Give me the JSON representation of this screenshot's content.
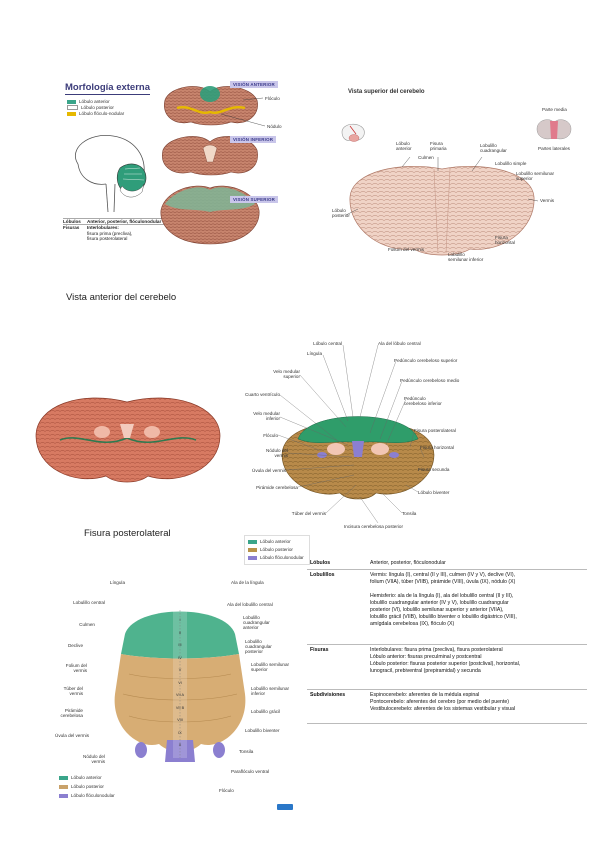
{
  "panel1": {
    "title": "Morfología externa",
    "legend": [
      {
        "label": "Lóbulo anterior",
        "color": "#3aa58a"
      },
      {
        "label": "Lóbulo posterior",
        "color": "#ffffff"
      },
      {
        "label": "Lóbulo flóculo-nodular",
        "color": "#e6b800"
      }
    ],
    "tags": [
      "VISIÓN ANTERIOR",
      "VISIÓN INFERIOR",
      "VISIÓN SUPERIOR"
    ],
    "callouts": [
      "Flóculo",
      "Nódulo"
    ],
    "table": [
      {
        "key": "Lóbulos",
        "value": "Anterior, posterior, flóculonodular"
      },
      {
        "key": "Fisuras",
        "value": "Interlobulares:"
      },
      {
        "key": "",
        "value": "fisura prima (precliva),"
      },
      {
        "key": "",
        "value": "fisura posterolateral"
      }
    ]
  },
  "panel2": {
    "title": "Vista superior del cerebelo",
    "inset_labels": [
      "Parte media",
      "Partes laterales"
    ],
    "labels": [
      "Lóbulo anterior",
      "Fisura primaria",
      "Lobulillo cuadrangular",
      "Culmen",
      "Lobulillo simple",
      "Lobulillo semilunar superior",
      "Vermis",
      "Lóbulo posterior",
      "Fisura horizontal",
      "Folium del vermis",
      "Lobulillo semilunar inferior"
    ]
  },
  "section1": {
    "title": "Vista anterior del cerebelo"
  },
  "panel3": {
    "labels_left": [
      "Lóbulo central",
      "Língula",
      "Velo medular superior",
      "Cuarto ventrículo",
      "Velo medular inferior",
      "Flóculo",
      "Nódulo del vermis",
      "Úvula del vermis",
      "Pirámide cerebelosa",
      "Túber del vermis"
    ],
    "labels_top": [
      "Ala del lóbulo central",
      "Pedúnculo cerebeloso superior",
      "Pedúnculo cerebeloso medio",
      "Pedúnculo cerebeloso inferior"
    ],
    "labels_right": [
      "Fisura posterolateral",
      "Fisura horizontal",
      "Fisura secunda",
      "Lóbulo biventer",
      "Tonsila"
    ],
    "label_bottom": "Incisura cerebelosa posterior",
    "legend": [
      {
        "label": "Lóbulo anterior",
        "color": "#3aa58a"
      },
      {
        "label": "Lóbulo posterior",
        "color": "#b8934a"
      },
      {
        "label": "Lóbulo flóculonodular",
        "color": "#8b7fd0"
      }
    ]
  },
  "section2": {
    "title": "Fisura posterolateral"
  },
  "panel4": {
    "labels_left": [
      "Língula",
      "Lobulillo central",
      "Culmen",
      "Declive",
      "Folium del vermis",
      "Túber del vermis",
      "Pirámide cerebelosa",
      "Úvula del vermis",
      "Nódulo del vermis"
    ],
    "labels_right": [
      "Ala de la língula",
      "Ala del lobulillo central",
      "Lobulillo cuadrangular anterior",
      "Lobulillo cuadrangular posterior",
      "Lobulillo semilunar superior",
      "Lobulillo semilunar inferior",
      "Lobulillo grácil",
      "Lobulillo biventer",
      "Tonsila",
      "Paraflóculo ventral",
      "Flóculo"
    ],
    "roman": [
      "I",
      "II",
      "III",
      "IV",
      "V",
      "VI",
      "VII A",
      "VII B",
      "VIII",
      "IX",
      "X"
    ],
    "legend": [
      {
        "label": "Lóbulo anterior",
        "color": "#3aa58a"
      },
      {
        "label": "Lóbulo posterior",
        "color": "#c9a26a"
      },
      {
        "label": "Lóbulo flóculonodular",
        "color": "#8b7fd0"
      }
    ]
  },
  "info_table": {
    "rows": [
      {
        "key": "Lóbulos",
        "lines": [
          "Anterior, posterior, flóculonodular"
        ]
      },
      {
        "key": "Lobulillos",
        "lines": [
          "Vermis: língula (I), central (II y III), culmen (IV y V), declive (VI),",
          "folium (VIIA), túber (VIIB), pirámide (VIII), úvula (IX), nódulo (X)",
          "",
          "Hemisferio: ala de la língula (I), ala del lobulillo central (II y III),",
          "lobulillo cuadrangular anterior (IV y V), lobulillo cuadrangular",
          "posterior (VI), lobulillo semilunar superior y anterior (VIIA),",
          "lobulillo grácil (VIIB), lobulillo biventer o lobulillo digástrico (VIII),",
          "amígdala cerebelosa (IX), flóculo (X)"
        ]
      },
      {
        "key": "Fisuras",
        "lines": [
          "Interlobulares: fisura prima (precliva), fisura posterolateral",
          "Lóbulo anterior: fisuras preculminal y postcentral",
          "Lóbulo posterior: fisuras posterior superior (postclival), horizontal,",
          "lunogracil, prebiventral (prepiramidal) y secunda"
        ]
      },
      {
        "key": "Subdivisiones",
        "lines": [
          "Espinocerebelo: aferentes de la médula espinal",
          "Pontocerebelo: aferentes del cerebro (por medio del puente)",
          "Vestibulocerebelo: aferentes de los sistemas vestibular y visual"
        ]
      }
    ]
  }
}
